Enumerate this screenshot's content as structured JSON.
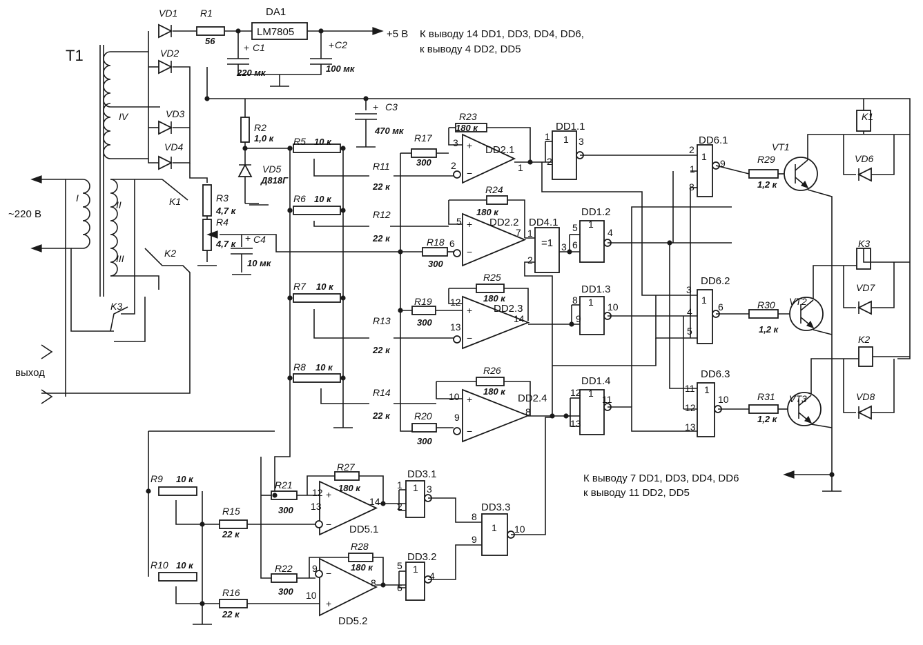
{
  "diagram": {
    "title_transformer": "T1",
    "labels": {
      "VD1": "VD1",
      "VD2": "VD2",
      "VD3": "VD3",
      "VD4": "VD4",
      "VD5": "VD5",
      "VD5_val": "Д818Г",
      "VD6": "VD6",
      "VD7": "VD7",
      "VD8": "VD8",
      "R1": "R1",
      "R1_val": "56",
      "DA1": "DA1",
      "DA1_val": "LM7805",
      "plus5": "+5 В",
      "note_top1": "К выводу 14 DD1, DD3, DD4, DD6,",
      "note_top2": "к выводу 4 DD2, DD5",
      "C1": "C1",
      "C1_val": "220 мк",
      "C2": "C2",
      "C2_val": "100 мк",
      "C3": "C3",
      "C3_val": "470 мк",
      "C4": "C4",
      "C4_val": "10 мк",
      "R2": "R2",
      "R2_val": "1,0 к",
      "R3": "R3",
      "R3_val": "4,7 к",
      "R4": "R4",
      "R4_val": "4,7 к",
      "R5": "R5",
      "R5_val": "10 к",
      "R6": "R6",
      "R6_val": "10 к",
      "R7": "R7",
      "R7_val": "10 к",
      "R8": "R8",
      "R8_val": "10 к",
      "R9": "R9",
      "R9_val": "10 к",
      "R10": "R10",
      "R10_val": "10 к",
      "R11": "R11",
      "R11_val": "22 к",
      "R12": "R12",
      "R12_val": "22 к",
      "R13": "R13",
      "R13_val": "22 к",
      "R14": "R14",
      "R14_val": "22 к",
      "R15": "R15",
      "R15_val": "22 к",
      "R16": "R16",
      "R16_val": "22 к",
      "R17": "R17",
      "R17_val": "300",
      "R18": "R18",
      "R18_val": "300",
      "R19": "R19",
      "R19_val": "300",
      "R20": "R20",
      "R20_val": "300",
      "R21": "R21",
      "R21_val": "300",
      "R22": "R22",
      "R22_val": "300",
      "R23": "R23",
      "R23_val": "180 к",
      "R24": "R24",
      "R24_val": "180 к",
      "R25": "R25",
      "R25_val": "180 к",
      "R26": "R26",
      "R26_val": "180 к",
      "R27": "R27",
      "R27_val": "180 к",
      "R28": "R28",
      "R28_val": "180 к",
      "R29": "R29",
      "R29_val": "1,2 к",
      "R30": "R30",
      "R30_val": "1,2 к",
      "R31": "R31",
      "R31_val": "1,2 к",
      "DD2_1": "DD2.1",
      "DD2_2": "DD2.2",
      "DD2_3": "DD2.3",
      "DD2_4": "DD2.4",
      "DD5_1": "DD5.1",
      "DD5_2": "DD5.2",
      "DD1_1": "DD1.1",
      "DD1_2": "DD1.2",
      "DD1_3": "DD1.3",
      "DD1_4": "DD1.4",
      "DD4_1": "DD4.1",
      "DD4_1_sym": "=1",
      "DD6_1": "DD6.1",
      "DD6_2": "DD6.2",
      "DD6_3": "DD6.3",
      "DD3_1": "DD3.1",
      "DD3_2": "DD3.2",
      "DD3_3": "DD3.3",
      "VT1": "VT1",
      "VT2": "VT2",
      "VT3": "VT3",
      "K1": "K1",
      "K2": "K2",
      "K3": "K3",
      "K1s": "K1",
      "K2s": "K2",
      "K3s": "K3",
      "mains": "~220 В",
      "out": "выход",
      "wI": "I",
      "wII": "II",
      "wIII": "III",
      "wIV": "IV",
      "note_bot1": "К выводу 7 DD1, DD3, DD4, DD6",
      "note_bot2": "к выводу 11 DD2, DD5",
      "plus": "+",
      "minus": "−",
      "one": "1",
      "p1": "1",
      "p2": "2",
      "p3": "3",
      "p4": "4",
      "p5": "5",
      "p6": "6",
      "p7": "7",
      "p8": "8",
      "p9": "9",
      "p10": "10",
      "p11": "11",
      "p12": "12",
      "p13": "13",
      "p14": "14"
    }
  }
}
